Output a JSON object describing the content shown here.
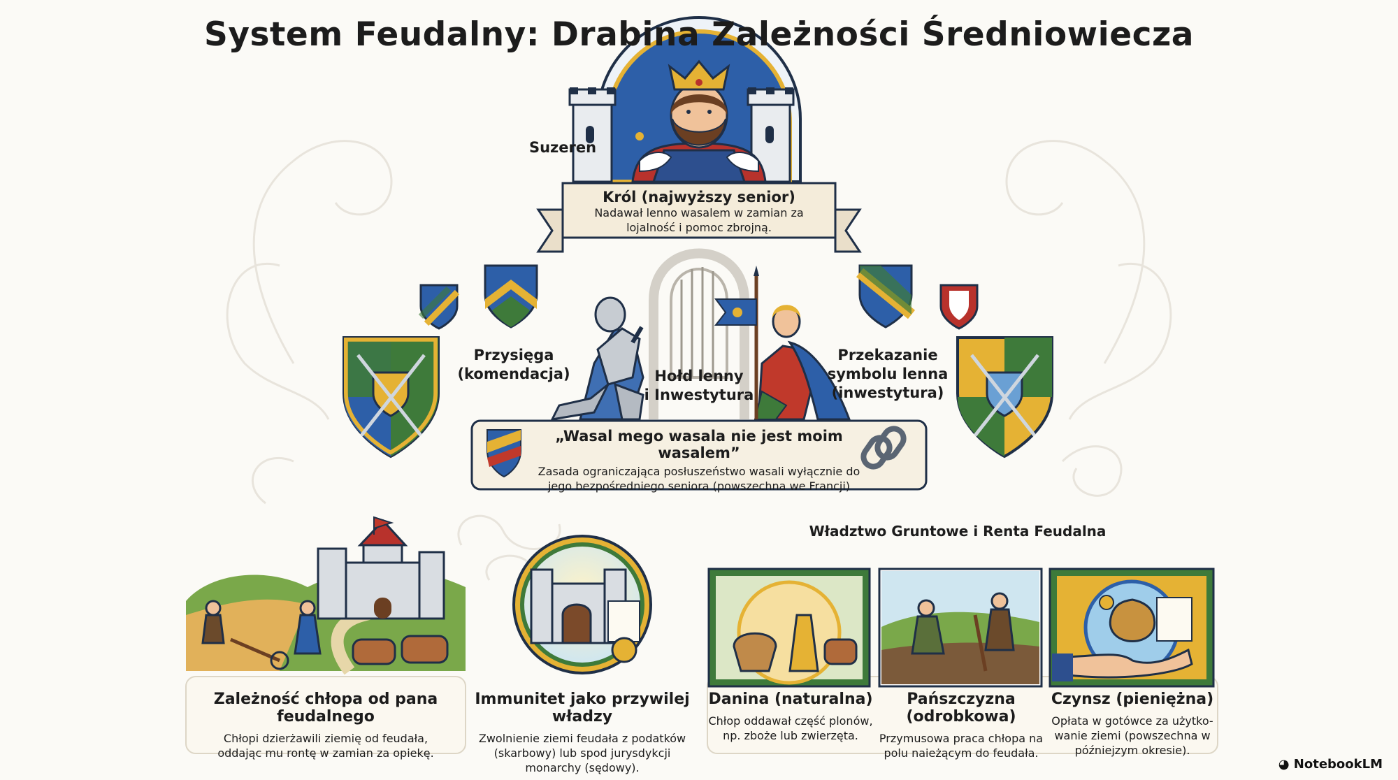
{
  "title": "System Feudalny: Drabina Zależności Średniowiecza",
  "suzerain_label": "Suzeren",
  "king": {
    "title": "Król (najwyższy senior)",
    "desc_line1": "Nadawał lenno wasalem w zamian za",
    "desc_line2": "lojalność i pomoc zbrojną."
  },
  "oath_label": {
    "line1": "Przysięga",
    "line2": "(komendacja)"
  },
  "homage_label": {
    "line1": "Hołd lenny",
    "line2": "i Inwestytura"
  },
  "investiture_label": {
    "line1": "Przekazanie",
    "line2": "symbolu lenna",
    "line3": "(inwestytura)"
  },
  "vassal_rule": {
    "title": "„Wasal mego wasala nie jest moim wasalem”",
    "line1": "Zasada ograniczająca posłuszeństwo wasali wyłącznie do",
    "line2": "jego bezpośredniego seniora (powszechna we Francji)"
  },
  "land_section_title": "Władztwo Gruntowe i Renta Feudalna",
  "peasant": {
    "title": "Zależność chłopa od pana feudalnego",
    "line1": "Chłopi dzierżawili ziemię od feudała,",
    "line2": "oddając mu rontę w zamian za opiekę."
  },
  "immunity": {
    "title": "Immunitet jako przywilej władzy",
    "line1": "Zwolnienie ziemi feudała z podatków",
    "line2": "(skarbowy) lub spod jurysdykcji",
    "line3": "monarchy (sędowy)."
  },
  "rents": [
    {
      "title": "Danina (naturalna)",
      "line1": "Chłop oddawał część plonów,",
      "line2": "np. zboże lub zwierzęta.",
      "line3": ""
    },
    {
      "title": "Pańszczyzna (odrobkowa)",
      "line1": "Przymusowa praca chłopa na",
      "line2": "polu naieżącym do feudała.",
      "line3": ""
    },
    {
      "title": "Czynsz (pieniężna)",
      "line1": "Opłata w gotówce za użytko-",
      "line2": "wanie ziemi (powszechna w",
      "line3": "późniejzym okresie)."
    }
  ],
  "brand": "NotebookLM",
  "colors": {
    "navy": "#1f3566",
    "gold": "#e5b234",
    "green": "#3e7a3a",
    "parchment": "#f1e7d0",
    "red": "#b8322c"
  }
}
